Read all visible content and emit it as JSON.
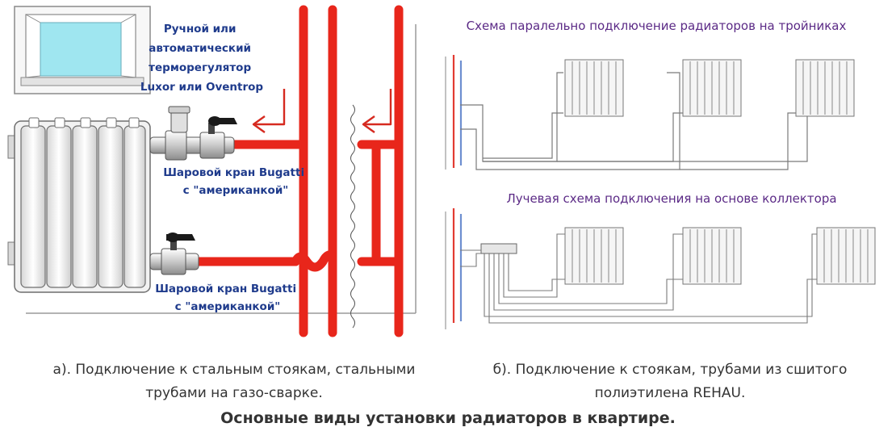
{
  "left_diagram": {
    "thermostat_label": [
      "Ручной или",
      "автоматический",
      "терморегулятор",
      "Luxor или Oventrop"
    ],
    "valve_top_label": [
      "Шаровой кран Bugatti",
      "с \"американкой\""
    ],
    "valve_bottom_label": [
      "Шаровой кран Bugatti",
      "с \"американкой\""
    ],
    "pipe_color": "#e8261b"
  },
  "right_diagram": {
    "top_scheme_title": "Схема паралельно подключение радиаторов на тройниках",
    "bottom_scheme_title": "Лучевая схема подключения на основе коллектора",
    "title_color": "#5b2a86"
  },
  "captions": {
    "left": [
      "а). Подключение к стальным стоякам, стальными",
      "трубами на газо-сварке."
    ],
    "right": [
      "б). Подключение к стоякам, трубами из сшитого",
      "полиэтилена REHAU."
    ]
  },
  "main_title": "Основные виды установки радиаторов в квартире."
}
